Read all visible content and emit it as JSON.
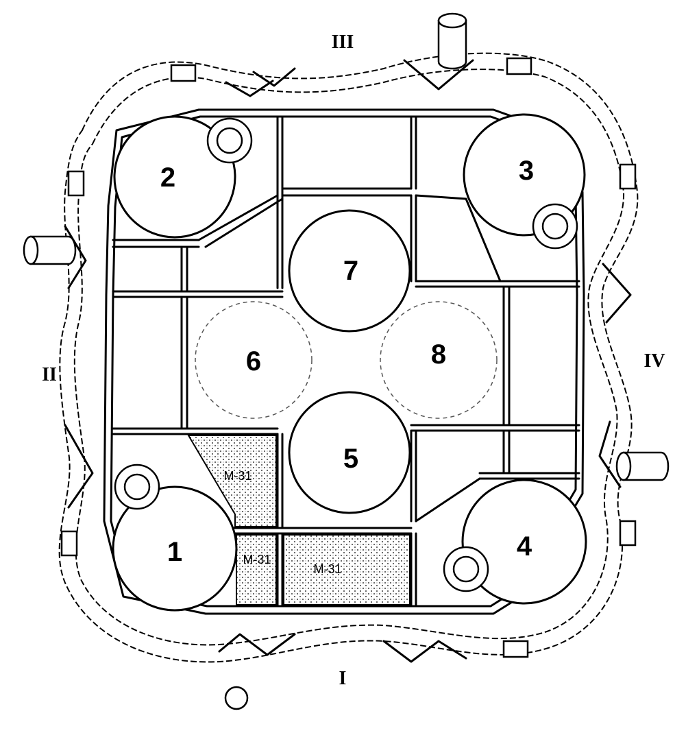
{
  "sides": {
    "top": "III",
    "left": "II",
    "right": "IV",
    "bottom": "I"
  },
  "vessels": [
    "1",
    "2",
    "3",
    "4",
    "5",
    "6",
    "7",
    "8"
  ],
  "stippled_areas": {
    "upper": "M-31",
    "lower_small": "M-31",
    "lower_large": "M-31"
  }
}
